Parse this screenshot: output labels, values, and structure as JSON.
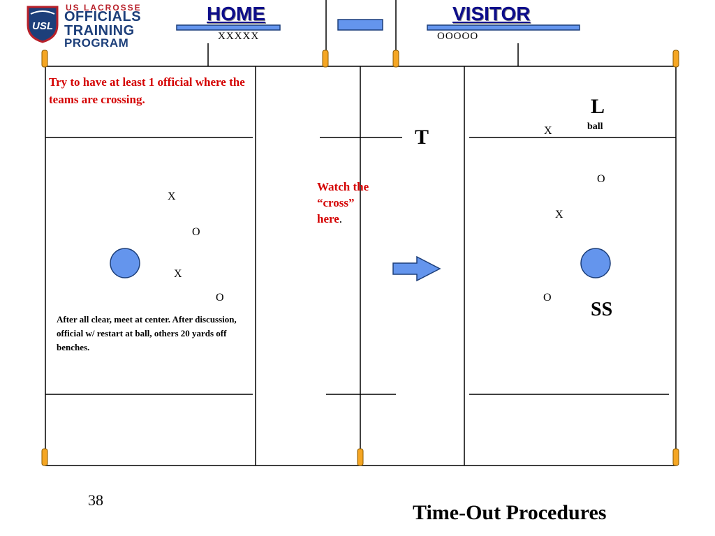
{
  "logo": {
    "line1": "US LACROSSE",
    "line2": "OFFICIALS",
    "line3": "TRAINING",
    "line4": "PROGRAM",
    "badge_text": "USL"
  },
  "home": {
    "label": "HOME",
    "roster": "XXXXX"
  },
  "visitor": {
    "label": "VISITOR",
    "roster": "OOOOO"
  },
  "notes": {
    "crossing": "Try to have at least  1 official where the teams are crossing.",
    "cross_line1": "Watch the",
    "cross_line2": "“cross”",
    "cross_line3": "here",
    "cross_period": ".",
    "after_clear": "After all clear, meet at center.  After discussion, official w/ restart at ball, others 20 yards off benches."
  },
  "positions": {
    "t": "T",
    "l": "L",
    "ball": "ball",
    "ss": "SS"
  },
  "players": {
    "left_x1": "X",
    "left_o1": "O",
    "left_x2": "X",
    "left_o2": "O",
    "right_x1": "X",
    "right_o1": "O",
    "right_x2": "X",
    "right_o2": "O"
  },
  "footer": {
    "page_number": "38",
    "title": "Time-Out Procedures"
  },
  "colors": {
    "official": "#6495ed",
    "cone": "#f5a623",
    "note_red": "#d40000",
    "team_label": "#0d0d8a"
  }
}
